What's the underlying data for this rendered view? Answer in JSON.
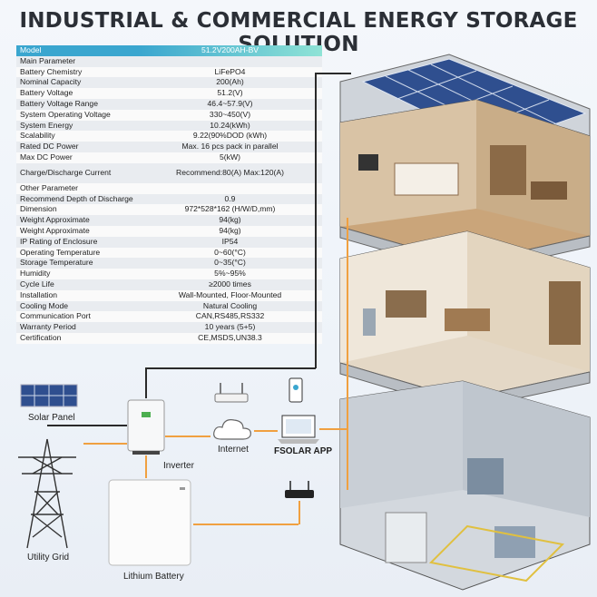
{
  "title": "INDUSTRIAL & COMMERCIAL ENERGY STORAGE SOLUTION",
  "spec_table": [
    {
      "param": "Model",
      "value": "51.2V200AH-BV",
      "head": true
    },
    {
      "param": "Main Parameter",
      "value": ""
    },
    {
      "param": "Battery Chemistry",
      "value": "LiFePO4"
    },
    {
      "param": "Nominal Capacity",
      "value": "200(Ah)"
    },
    {
      "param": "Battery Voltage",
      "value": "51.2(V)"
    },
    {
      "param": "Battery Voltage Range",
      "value": "46.4~57.9(V)"
    },
    {
      "param": "System Operating Voltage",
      "value": "330~450(V)"
    },
    {
      "param": "System Energy",
      "value": "10.24(kWh)"
    },
    {
      "param": "Scalability",
      "value": "9.22(90%DOD (kWh)"
    },
    {
      "param": "Rated DC Power",
      "value": "Max. 16 pcs pack in parallel"
    },
    {
      "param": "Max DC Power",
      "value": "5(kW)"
    },
    {
      "param": "Charge/Discharge Current",
      "value": "Recommend:80(A) Max:120(A)",
      "tall": true
    },
    {
      "param": "Other Parameter",
      "value": ""
    },
    {
      "param": "Recommend Depth of Discharge",
      "value": "0.9"
    },
    {
      "param": "Dimension",
      "value": "972*528*162 (H/W/D,mm)"
    },
    {
      "param": "Weight Approximate",
      "value": "94(kg)"
    },
    {
      "param": "Weight Approximate",
      "value": "94(kg)"
    },
    {
      "param": "IP Rating of Enclosure",
      "value": "IP54"
    },
    {
      "param": "Operating Temperature",
      "value": "0~60(°C)"
    },
    {
      "param": "Storage Temperature",
      "value": "0~35(°C)"
    },
    {
      "param": "Humidity",
      "value": "5%~95%"
    },
    {
      "param": "Cycle Life",
      "value": "≥2000 times"
    },
    {
      "param": "Installation",
      "value": "Wall-Mounted, Floor-Mounted"
    },
    {
      "param": "Cooling Mode",
      "value": "Natural Cooling"
    },
    {
      "param": "Communication Port",
      "value": "CAN,RS485,RS332"
    },
    {
      "param": "Warranty Period",
      "value": "10 years (5+5)"
    },
    {
      "param": "Certification",
      "value": "CE,MSDS,UN38.3"
    }
  ],
  "labels": {
    "solar_panel": "Solar Panel",
    "utility_grid": "Utility Grid",
    "inverter": "Inverter",
    "internet": "Internet",
    "app": "FSOLAR APP",
    "battery": "Lithium Battery"
  },
  "colors": {
    "accent": "#3aa6cf",
    "flow": "#f0a040",
    "outline": "#2a2a2a"
  }
}
